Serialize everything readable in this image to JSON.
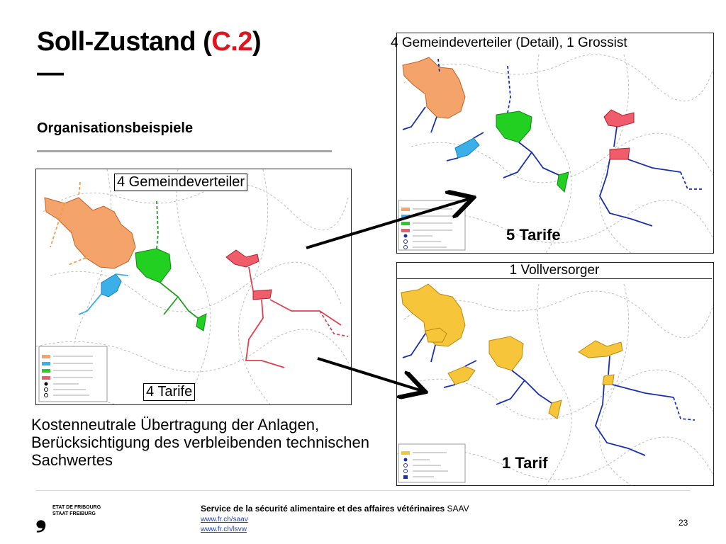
{
  "slide": {
    "title_prefix": "Soll-Zustand (",
    "title_code": "C.2",
    "title_suffix": ")",
    "title_dash": "—",
    "subtitle": "Organisationsbeispiele",
    "body_text": "Kostenneutrale Übertragung der Anlagen, Berücksichtigung des verbleibenden technischen Sachwertes",
    "page_number": "23"
  },
  "maps": {
    "left": {
      "label": "4 Gemeindeverteiler",
      "tariff": "4 Tarife"
    },
    "top_right": {
      "header": "4 Gemeindeverteiler (Detail), 1 Grossist",
      "tariff": "5 Tarife"
    },
    "bottom_right": {
      "header": "1 Vollversorger",
      "tariff": "1 Tarif"
    }
  },
  "footer": {
    "canton_line1": "ETAT DE FRIBOURG",
    "canton_line2": "STAAT FREIBURG",
    "service_name": "Service de la sécurité alimentaire et des affaires vétérinaires",
    "service_abbr": "SAAV",
    "link1": "www.fr.ch/saav",
    "link2": "www.fr.ch/lsvw"
  },
  "colors": {
    "accent_red": "#e0141e",
    "region_orange": "#f4a46a",
    "region_cyan": "#3bb0e8",
    "region_green": "#22d022",
    "region_red": "#ef5c6a",
    "region_yellow": "#f7c53a",
    "network_blue": "#1a2fb0"
  }
}
